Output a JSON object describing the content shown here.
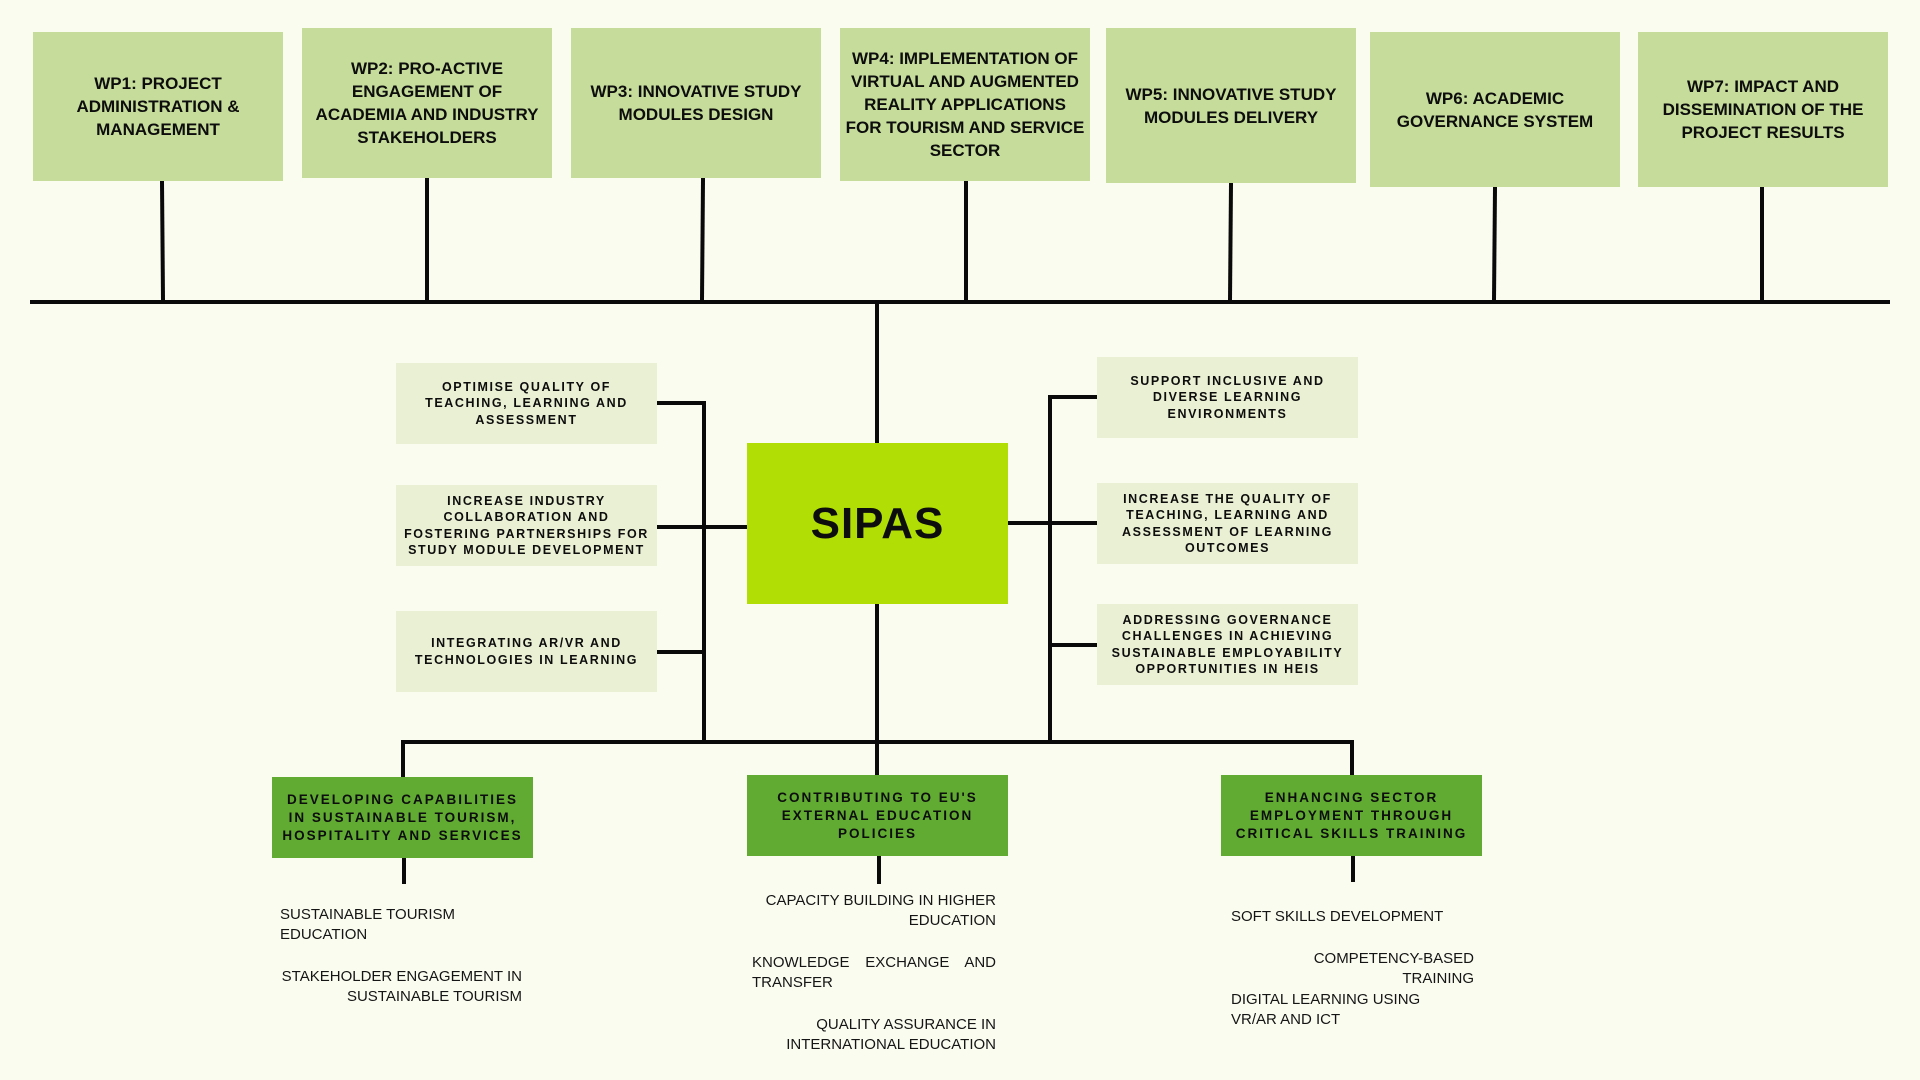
{
  "work_packages": [
    "WP1: PROJECT ADMINISTRATION & MANAGEMENT",
    "WP2: PRO-ACTIVE ENGAGEMENT OF ACADEMIA AND INDUSTRY STAKEHOLDERS",
    "WP3: INNOVATIVE STUDY MODULES DESIGN",
    "WP4: IMPLEMENTATION OF VIRTUAL AND AUGMENTED REALITY APPLICATIONS FOR TOURISM AND SERVICE SECTOR",
    "WP5: INNOVATIVE STUDY MODULES DELIVERY",
    "WP6: ACADEMIC GOVERNANCE SYSTEM",
    "WP7: IMPACT AND DISSEMINATION OF THE PROJECT RESULTS"
  ],
  "center": "SIPAS",
  "left_objectives": [
    "OPTIMISE QUALITY OF TEACHING, LEARNING AND ASSESSMENT",
    "INCREASE INDUSTRY COLLABORATION AND FOSTERING PARTNERSHIPS FOR STUDY MODULE DEVELOPMENT",
    "INTEGRATING AR/VR AND TECHNOLOGIES IN LEARNING"
  ],
  "right_objectives": [
    "SUPPORT INCLUSIVE AND DIVERSE LEARNING ENVIRONMENTS",
    "INCREASE THE QUALITY OF TEACHING, LEARNING AND ASSESSMENT OF LEARNING OUTCOMES",
    "ADDRESSING GOVERNANCE CHALLENGES IN ACHIEVING SUSTAINABLE EMPLOYABILITY OPPORTUNITIES IN HEIS"
  ],
  "outcomes": [
    {
      "title": "DEVELOPING CAPABILITIES IN SUSTAINABLE TOURISM, HOSPITALITY AND SERVICES",
      "items": [
        "SUSTAINABLE TOURISM EDUCATION",
        "STAKEHOLDER ENGAGEMENT IN SUSTAINABLE TOURISM"
      ]
    },
    {
      "title": "CONTRIBUTING TO EU'S EXTERNAL EDUCATION POLICIES",
      "items": [
        "CAPACITY BUILDING IN HIGHER EDUCATION",
        "KNOWLEDGE EXCHANGE AND TRANSFER",
        "QUALITY ASSURANCE IN INTERNATIONAL EDUCATION"
      ]
    },
    {
      "title": "ENHANCING SECTOR EMPLOYMENT THROUGH CRITICAL SKILLS TRAINING",
      "items": [
        "SOFT SKILLS DEVELOPMENT",
        "COMPETENCY-BASED TRAINING",
        "DIGITAL LEARNING USING VR/AR AND ICT"
      ]
    }
  ],
  "colors": {
    "background": "#fbfcf0",
    "wp_box": "#c5dc9b",
    "objective_box": "#eaf0d4",
    "center_box": "#b1de04",
    "outcome_box": "#61ab33",
    "line": "#0a0a0a"
  }
}
